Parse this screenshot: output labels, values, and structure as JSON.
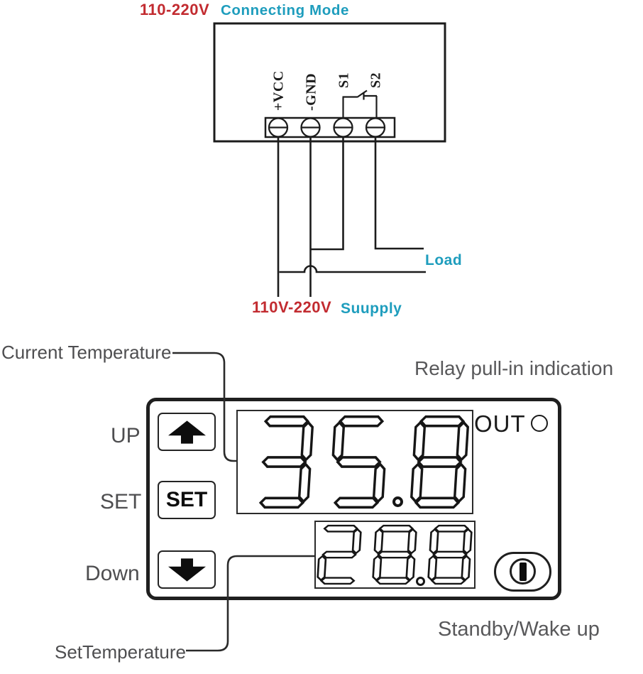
{
  "colors": {
    "red": "#c22b30",
    "teal": "#1e9dbd",
    "line": "#1c1c1c",
    "label_gray": "#4e4e50"
  },
  "top_diagram": {
    "title_voltage": "110-220V",
    "title_mode": "Connecting Mode",
    "terminals": [
      "+VCC",
      "-GND",
      "S1",
      "S2"
    ],
    "load_label": "Load",
    "supply_voltage": "110V-220V",
    "supply_label": "Suupply"
  },
  "panel": {
    "current_temp_label": "Current Temperature",
    "relay_indication_label": "Relay pull-in indication",
    "up_label": "UP",
    "set_label": "SET",
    "down_label": "Down",
    "set_button_text": "SET",
    "out_label": "OUT",
    "main_display": {
      "value": "35.8",
      "digits": [
        "3",
        "5",
        "8"
      ]
    },
    "set_display": {
      "value": "28.8",
      "digits": [
        "2",
        "8",
        "8"
      ]
    },
    "standby_label": "Standby/Wake up",
    "set_temp_label": "SetTemperature"
  }
}
